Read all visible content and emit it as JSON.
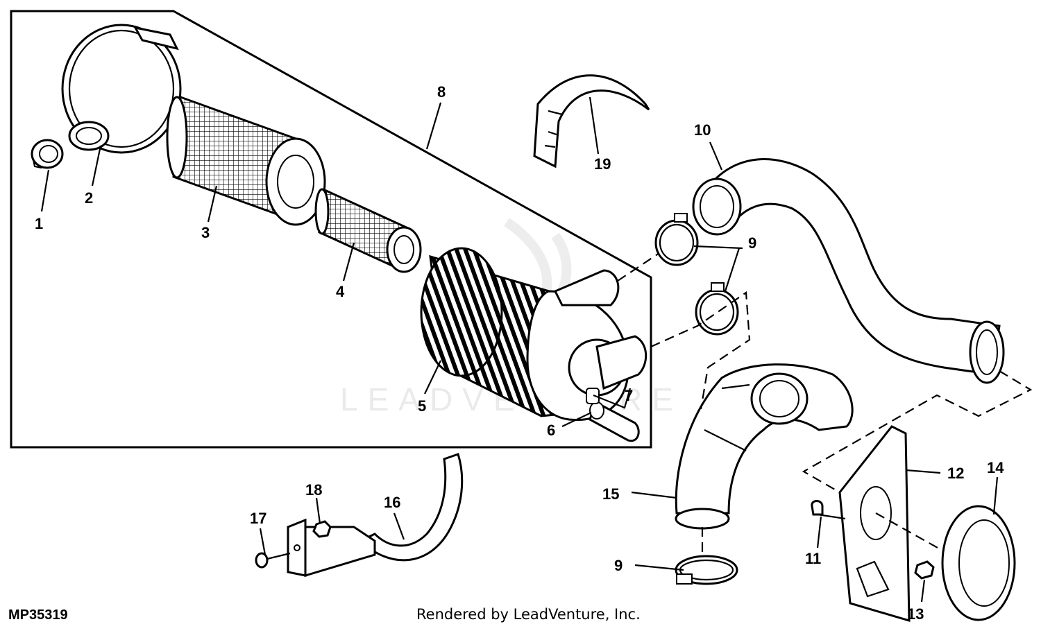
{
  "diagram_id": "MP35319",
  "credit": "Rendered by LeadVenture, Inc.",
  "watermark": "LEADVENTURE",
  "callouts": [
    {
      "id": "c1",
      "text": "1"
    },
    {
      "id": "c2",
      "text": "2"
    },
    {
      "id": "c3",
      "text": "3"
    },
    {
      "id": "c4",
      "text": "4"
    },
    {
      "id": "c5",
      "text": "5"
    },
    {
      "id": "c6",
      "text": "6"
    },
    {
      "id": "c7",
      "text": "7"
    },
    {
      "id": "c8",
      "text": "8"
    },
    {
      "id": "c9a",
      "text": "9"
    },
    {
      "id": "c9b",
      "text": "9"
    },
    {
      "id": "c10",
      "text": "10"
    },
    {
      "id": "c11",
      "text": "11"
    },
    {
      "id": "c12",
      "text": "12"
    },
    {
      "id": "c13",
      "text": "13"
    },
    {
      "id": "c14",
      "text": "14"
    },
    {
      "id": "c15",
      "text": "15"
    },
    {
      "id": "c16",
      "text": "16"
    },
    {
      "id": "c17",
      "text": "17"
    },
    {
      "id": "c18",
      "text": "18"
    },
    {
      "id": "c19",
      "text": "19"
    }
  ]
}
